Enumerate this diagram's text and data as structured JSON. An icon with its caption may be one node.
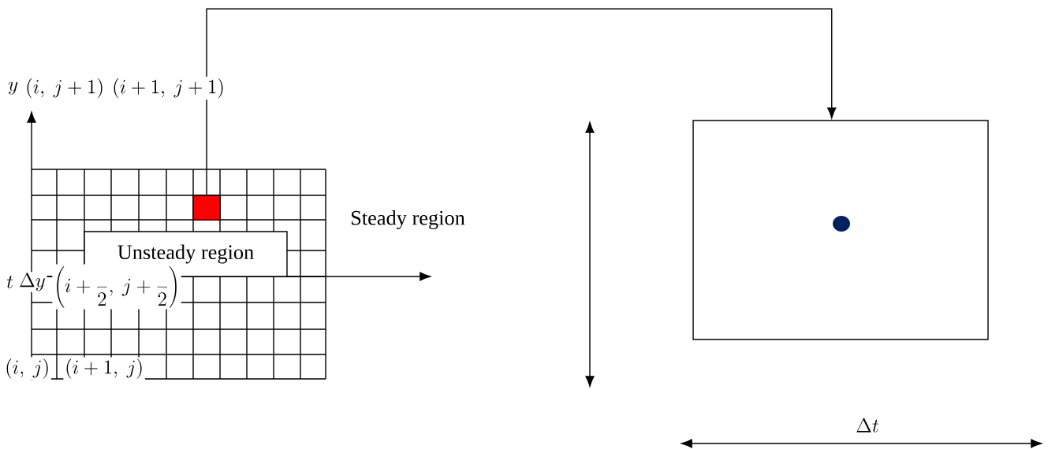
{
  "diagram": {
    "nodes": [
      {
        "text": [
          "Unsteady region"
        ]
      },
      {
        "text": [],
        "shape": "box"
      },
      {
        "text": [],
        "shape": "box"
      }
    ],
    "edges": [
      {
        "from": 1,
        "to": 2,
        "arrow": "to"
      }
    ],
    "labels": [
      "y",
      "(i,\\ j+1)",
      "(i+1,\\ j+1)",
      "Steady region",
      "t",
      "\\Delta y",
      "\\left(i+\\frac{\\phantom{1}}{2},\\ j+\\frac{\\phantom{1}}{2}\\right)",
      "(i,\\ j)",
      "(i+1,\\ j)",
      "\\Delta t"
    ]
  }
}
